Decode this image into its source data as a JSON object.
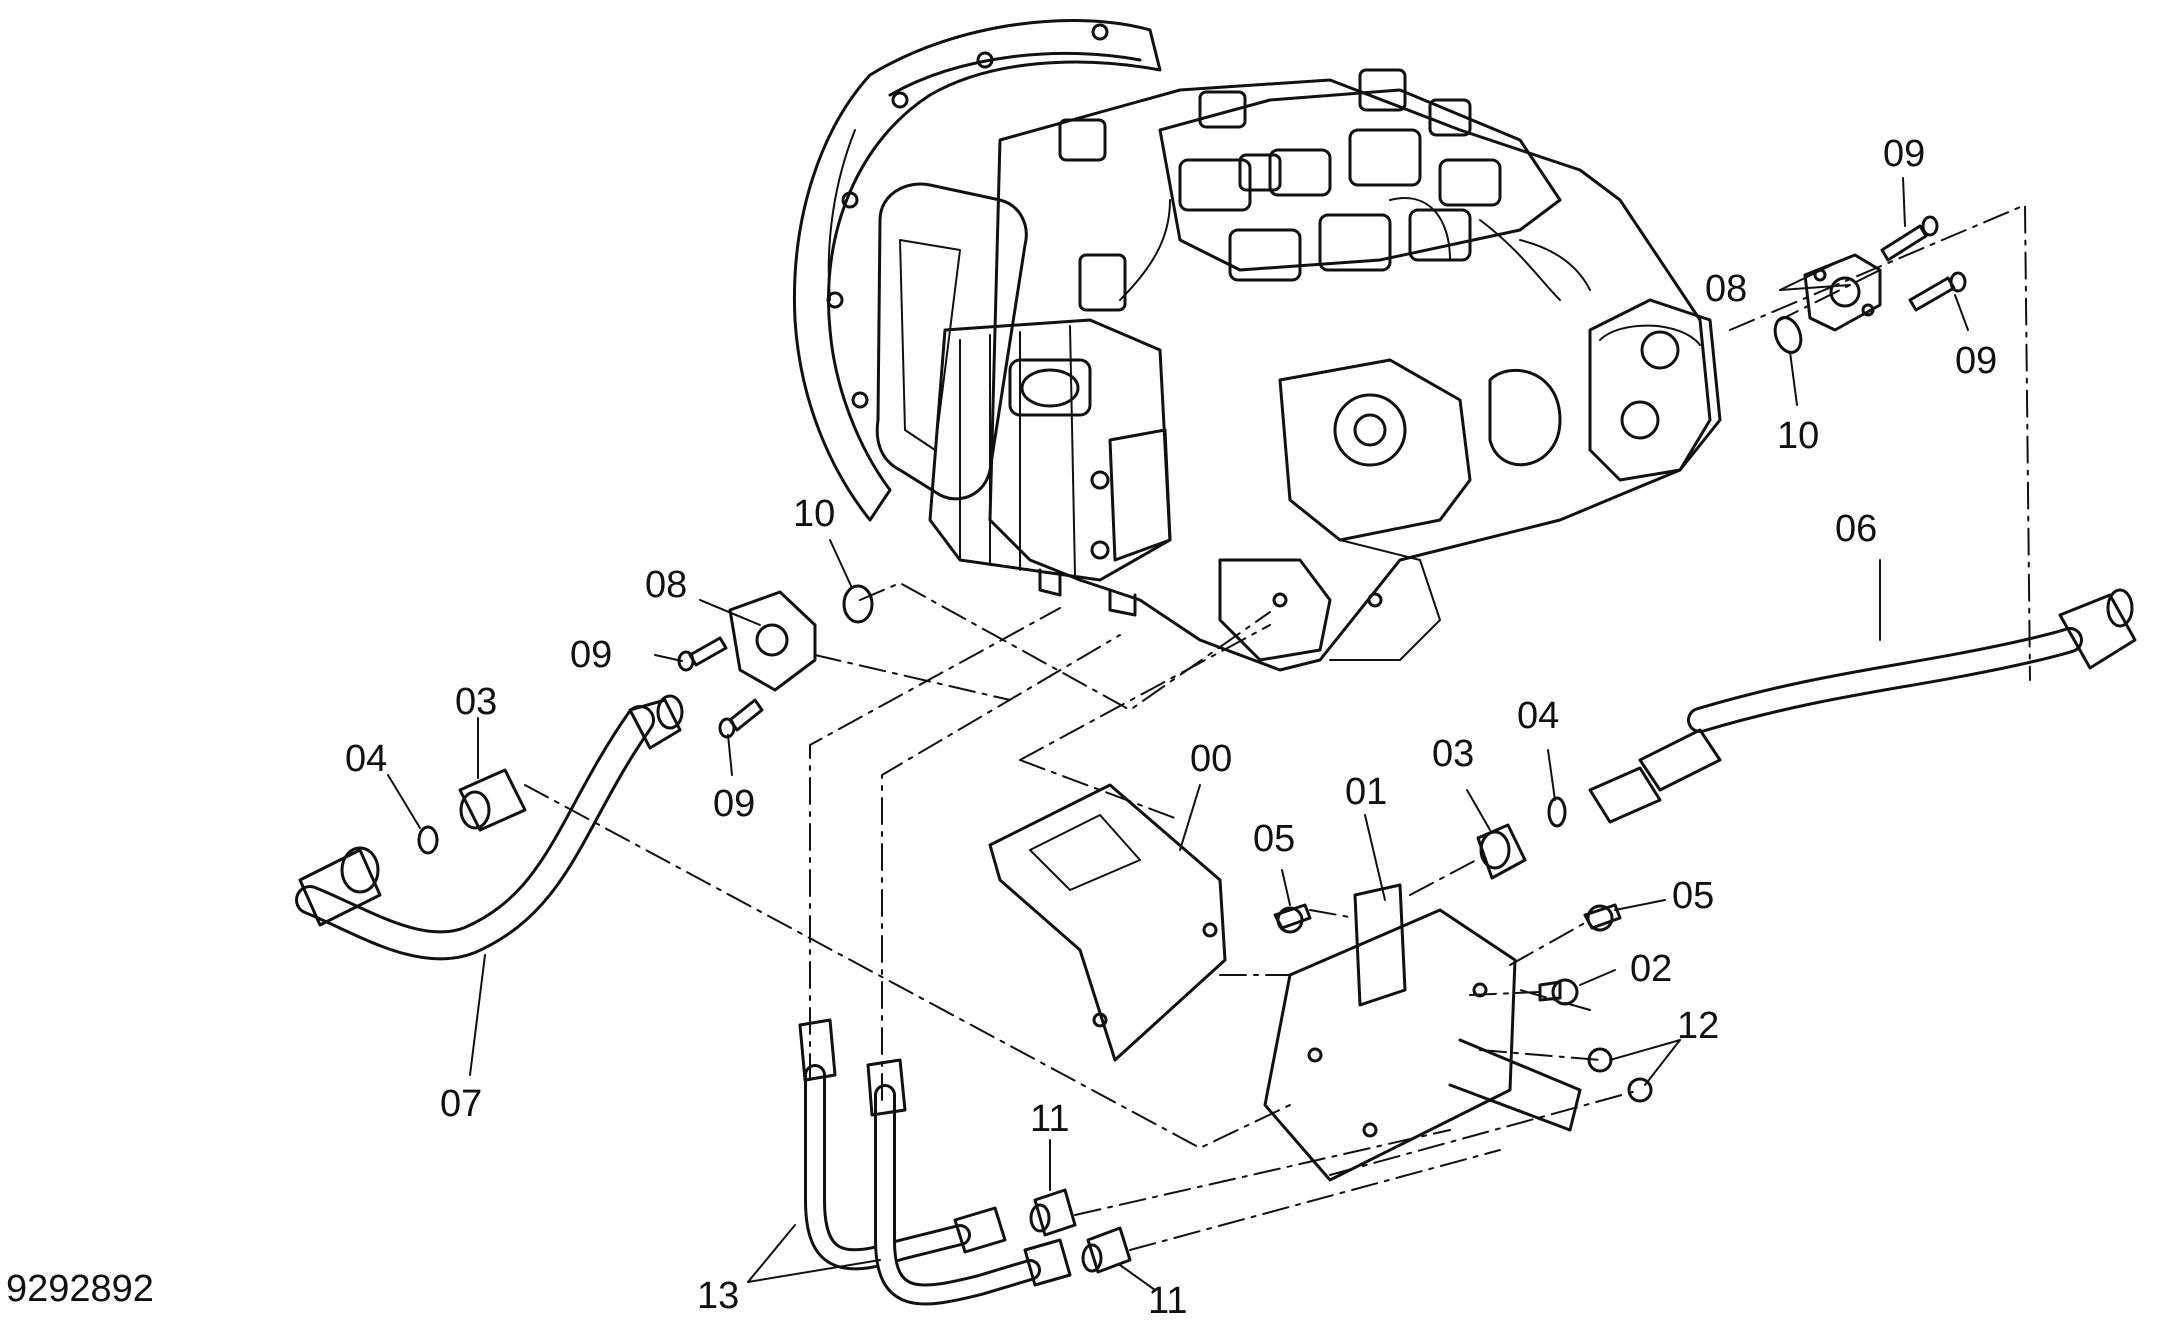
{
  "drawing_number": "9292892",
  "callouts": [
    {
      "id": "c09a",
      "text": "09"
    },
    {
      "id": "c08a",
      "text": "08"
    },
    {
      "id": "c09b",
      "text": "09"
    },
    {
      "id": "c10a",
      "text": "10"
    },
    {
      "id": "c06",
      "text": "06"
    },
    {
      "id": "c10b",
      "text": "10"
    },
    {
      "id": "c08b",
      "text": "08"
    },
    {
      "id": "c09c",
      "text": "09"
    },
    {
      "id": "c03a",
      "text": "03"
    },
    {
      "id": "c04a",
      "text": "04"
    },
    {
      "id": "c09d",
      "text": "09"
    },
    {
      "id": "c04b",
      "text": "04"
    },
    {
      "id": "c00",
      "text": "00"
    },
    {
      "id": "c03b",
      "text": "03"
    },
    {
      "id": "c01",
      "text": "01"
    },
    {
      "id": "c05a",
      "text": "05"
    },
    {
      "id": "c05b",
      "text": "05"
    },
    {
      "id": "c02",
      "text": "02"
    },
    {
      "id": "c12",
      "text": "12"
    },
    {
      "id": "c07",
      "text": "07"
    },
    {
      "id": "c11a",
      "text": "11"
    },
    {
      "id": "c11b",
      "text": "11"
    },
    {
      "id": "c13",
      "text": "13"
    }
  ]
}
